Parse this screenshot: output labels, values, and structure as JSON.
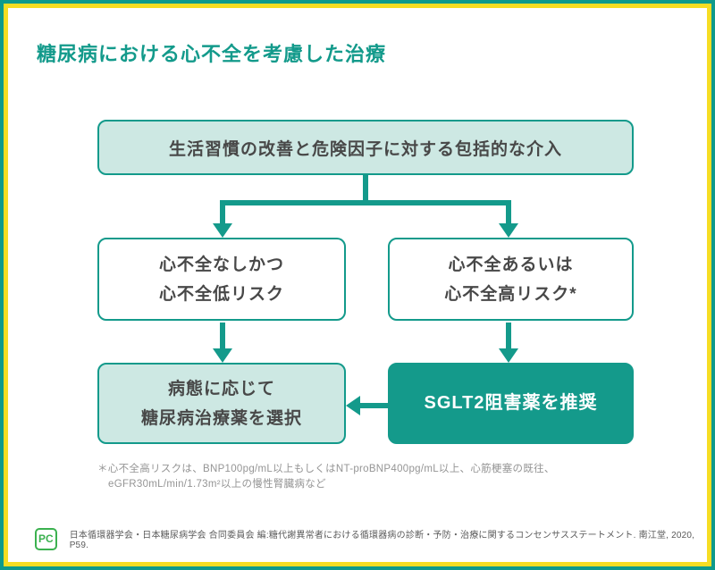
{
  "title": "糖尿病における心不全を考慮した治療",
  "colors": {
    "accent_teal": "#149a8b",
    "frame_yellow": "#f6dd23",
    "frame_teal": "#0f9a8c",
    "box_fill_mint": "#cde8e3",
    "box_fill_teal": "#149a8b",
    "text_dark": "#484848",
    "logo_green": "#3bb14f"
  },
  "flowchart": {
    "top_box": "生活習慣の改善と危険因子に対する包括的な介入",
    "left_condition": {
      "line1": "心不全なしかつ",
      "line2": "心不全低リスク"
    },
    "right_condition": {
      "line1": "心不全あるいは",
      "line2": "心不全高リスク*"
    },
    "left_action": {
      "line1": "病態に応じて",
      "line2": "糖尿病治療薬を選択"
    },
    "right_action": "SGLT2阻害薬を推奨"
  },
  "footnote": {
    "line1": "＊心不全高リスクは、BNP100pg/mL以上もしくはNT-proBNP400pg/mL以上、心筋梗塞の既往、",
    "line2": "eGFR30mL/min/1.73m²以上の慢性腎臓病など"
  },
  "footer": {
    "logo_text": "PC",
    "citation": "日本循環器学会・日本糖尿病学会 合同委員会 編:糖代謝異常者における循環器病の診断・予防・治療に関するコンセンサスステートメント. 南江堂, 2020, P59."
  }
}
